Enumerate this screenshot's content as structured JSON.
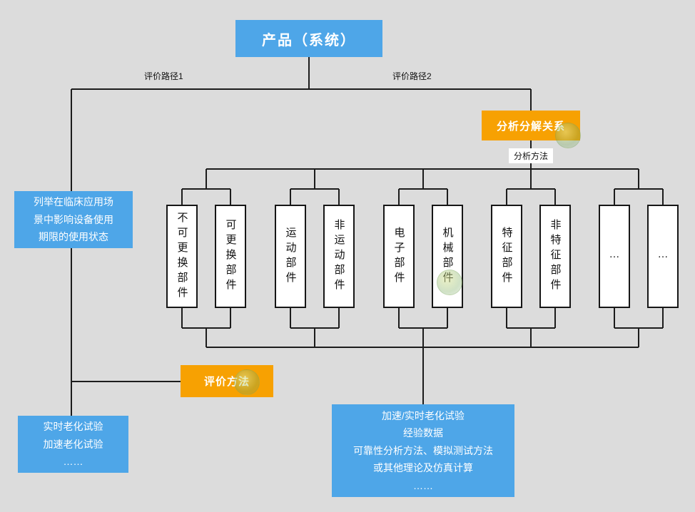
{
  "root": {
    "title": "产品（系统）"
  },
  "paths": {
    "path1": "评价路径1",
    "path2": "评价路径2"
  },
  "analysis": {
    "relation_label": "分析分解关系",
    "method_label": "分析方法"
  },
  "left_note": {
    "lines": [
      "列举在临床应用场",
      "景中影响设备使用",
      "期限的使用状态"
    ]
  },
  "groups": [
    {
      "items": [
        "不可更换部件",
        "可更换部件"
      ]
    },
    {
      "items": [
        "运动部件",
        "非运动部件"
      ]
    },
    {
      "items": [
        "电子部件",
        "机械部件"
      ]
    },
    {
      "items": [
        "特征部件",
        "非特征部件"
      ]
    },
    {
      "items": [
        "…",
        "…"
      ]
    }
  ],
  "evaluation": {
    "method_label": "评价方法"
  },
  "left_result": {
    "lines": [
      "实时老化试验",
      "加速老化试验",
      "……"
    ]
  },
  "center_result": {
    "lines": [
      "加速/实时老化试验",
      "经验数据",
      "可靠性分析方法、模拟测试方法",
      "或其他理论及仿真计算",
      "……"
    ]
  },
  "colors": {
    "blue": "#4EA6E8",
    "orange": "#F7A102",
    "line": "#1c1c1c"
  }
}
